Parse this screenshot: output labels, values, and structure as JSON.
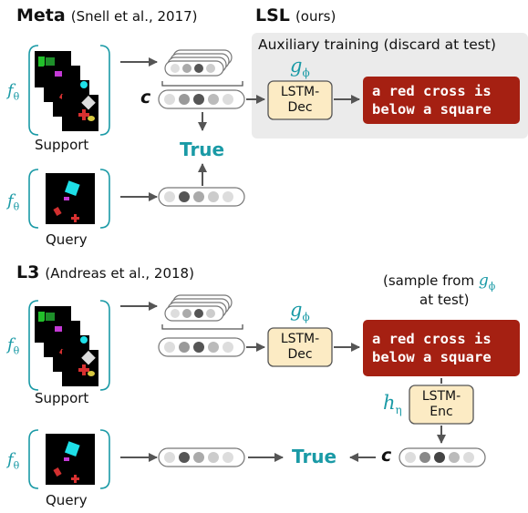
{
  "meta": {
    "title": "Meta",
    "citation": "(Snell et al., 2017)",
    "support_label": "Support",
    "query_label": "Query",
    "f_symbol": "f",
    "f_sub": "θ",
    "c_label": "c",
    "true_label": "True"
  },
  "lsl": {
    "title": "LSL",
    "subtitle": "(ours)",
    "aux_label": "Auxiliary training (discard at test)",
    "g_symbol": "g",
    "g_sub": "ϕ",
    "decoder_label_1": "LSTM-",
    "decoder_label_2": "Dec",
    "caption_1": "a red cross is",
    "caption_2": "below a square"
  },
  "l3": {
    "title": "L3",
    "citation": "(Andreas et al., 2018)",
    "sample_note_1": "(sample from",
    "sample_g_symbol": "g",
    "sample_g_sub": "ϕ",
    "sample_note_2": "at test)",
    "support_label": "Support",
    "query_label": "Query",
    "f_symbol": "f",
    "f_sub": "θ",
    "g_symbol": "g",
    "g_sub": "ϕ",
    "decoder_label_1": "LSTM-",
    "decoder_label_2": "Dec",
    "caption_1": "a red cross is",
    "caption_2": "below a square",
    "h_symbol": "h",
    "h_sub": "η",
    "encoder_label_1": "LSTM-",
    "encoder_label_2": "Enc",
    "c_label": "c",
    "true_label": "True"
  },
  "colors": {
    "teal": "#1a9aa6",
    "caption_bg": "#a52012",
    "lstm_fill": "#fcebc4",
    "panel_gray": "#ebebeb",
    "arrow": "#555555"
  }
}
